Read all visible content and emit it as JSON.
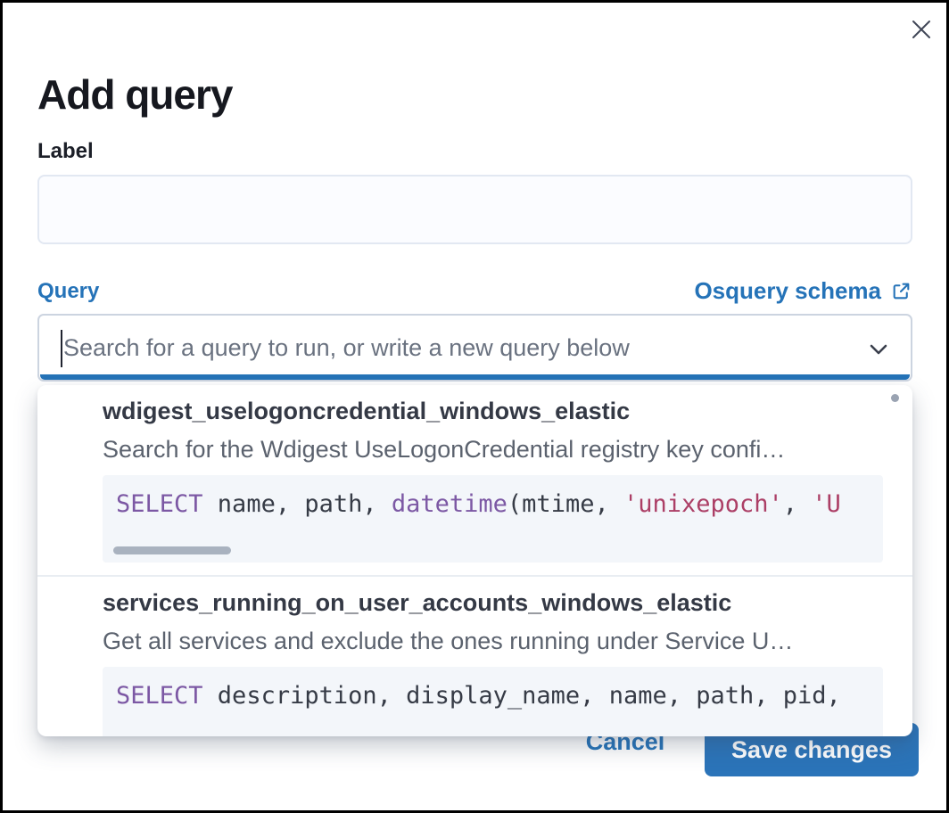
{
  "modal": {
    "title": "Add query",
    "labelField": {
      "label": "Label",
      "value": ""
    },
    "queryField": {
      "label": "Query",
      "schemaLink": "Osquery schema",
      "placeholder": "Search for a query to run, or write a new query below"
    },
    "dropdown": {
      "options": [
        {
          "title": "wdigest_uselogoncredential_windows_elastic",
          "description": "Search for the Wdigest UseLogonCredential registry key confi…",
          "hscroll": true,
          "code": [
            {
              "type": "keyword",
              "text": "SELECT"
            },
            {
              "type": "plain",
              "text": " name, path, "
            },
            {
              "type": "keyword",
              "text": "datetime"
            },
            {
              "type": "plain",
              "text": "(mtime, "
            },
            {
              "type": "string",
              "text": "'unixepoch'"
            },
            {
              "type": "plain",
              "text": ", "
            },
            {
              "type": "string",
              "text": "'U"
            }
          ]
        },
        {
          "title": "services_running_on_user_accounts_windows_elastic",
          "description": "Get all services and exclude the ones running under Service U…",
          "hscroll": false,
          "code": [
            {
              "type": "keyword",
              "text": "SELECT"
            },
            {
              "type": "plain",
              "text": " description, display_name, name, path, pid,"
            }
          ]
        }
      ]
    },
    "footer": {
      "cancel": "Cancel",
      "save": "Save changes"
    },
    "colors": {
      "accent": "#2573b8",
      "saveButton": "#2b74b9",
      "codeKeyword": "#7c58a4",
      "codeString": "#ac3f66",
      "codeText": "#363b46",
      "codeBackground": "#f3f6fa"
    }
  }
}
